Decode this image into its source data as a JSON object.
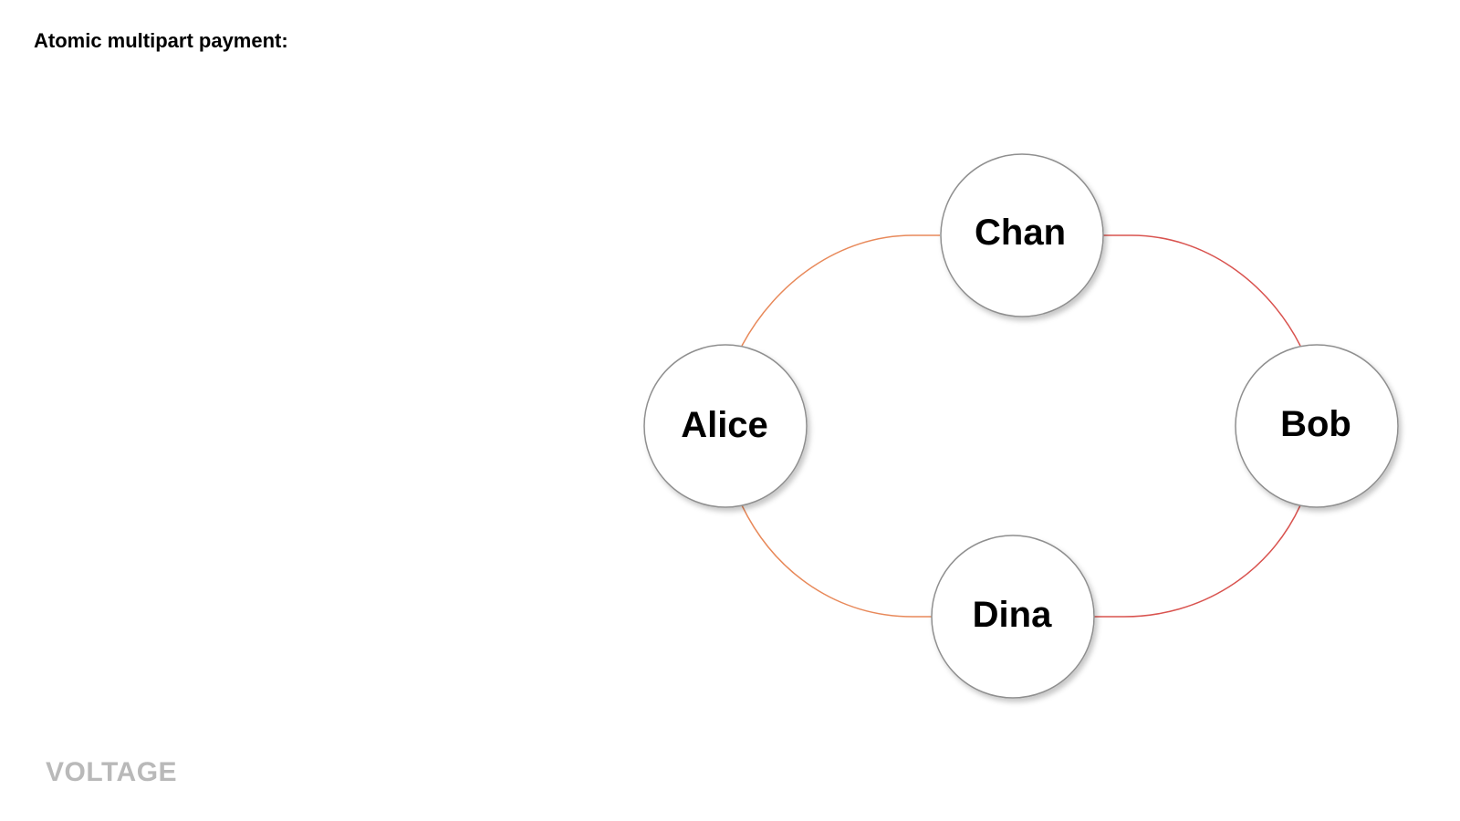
{
  "slide": {
    "title": "Atomic multipart payment:"
  },
  "nodes": {
    "chan": "Chan",
    "alice": "Alice",
    "bob": "Bob",
    "dina": "Dina"
  },
  "logo": {
    "text": "VOLTAGE"
  },
  "colors": {
    "edge_orange": "#e8895a",
    "edge_red": "#d9534f",
    "node_stroke": "#8f8f8f",
    "logo_gray": "#b9b9b9"
  }
}
